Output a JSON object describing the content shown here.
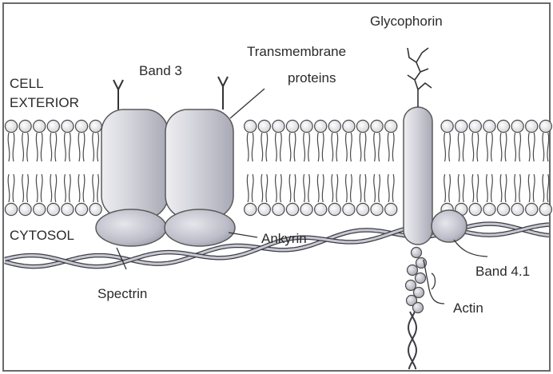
{
  "figure": {
    "labels": {
      "cell_exterior_line1": "CELL",
      "cell_exterior_line2": "EXTERIOR",
      "cytosol": "CYTOSOL",
      "band3": "Band 3",
      "transmembrane_line1": "Transmembrane",
      "transmembrane_line2": "proteins",
      "glycophorin": "Glycophorin",
      "ankyrin": "Ankyrin",
      "spectrin": "Spectrin",
      "band41": "Band 4.1",
      "actin": "Actin"
    },
    "colors": {
      "background": "#ffffff",
      "frame": "#6a6a6a",
      "protein_fill": "#d2d2da",
      "protein_shade": "#a9a9b6",
      "lipid_head": "#f4f4f6",
      "outline": "#5a5a5a"
    }
  }
}
